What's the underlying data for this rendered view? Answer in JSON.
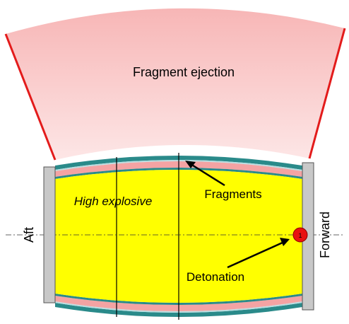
{
  "labels": {
    "fragment_ejection": "Fragment ejection",
    "high_explosive": "High explosive",
    "fragments": "Fragments",
    "detonation": "Detonation",
    "aft": "Aft",
    "forward": "Forward",
    "initiation_point": "1"
  },
  "colors": {
    "ejection_fill_top": "#f7b6b6",
    "ejection_fill_bottom": "#fde6e6",
    "ejection_edge": "#e31b1b",
    "explosive": "#ffff00",
    "case_pink": "#f4a3a3",
    "liner_teal": "#2a8a8a",
    "liner_light": "#b8dde0",
    "plate": "#c8c8c8",
    "detonator": "#e81010"
  }
}
